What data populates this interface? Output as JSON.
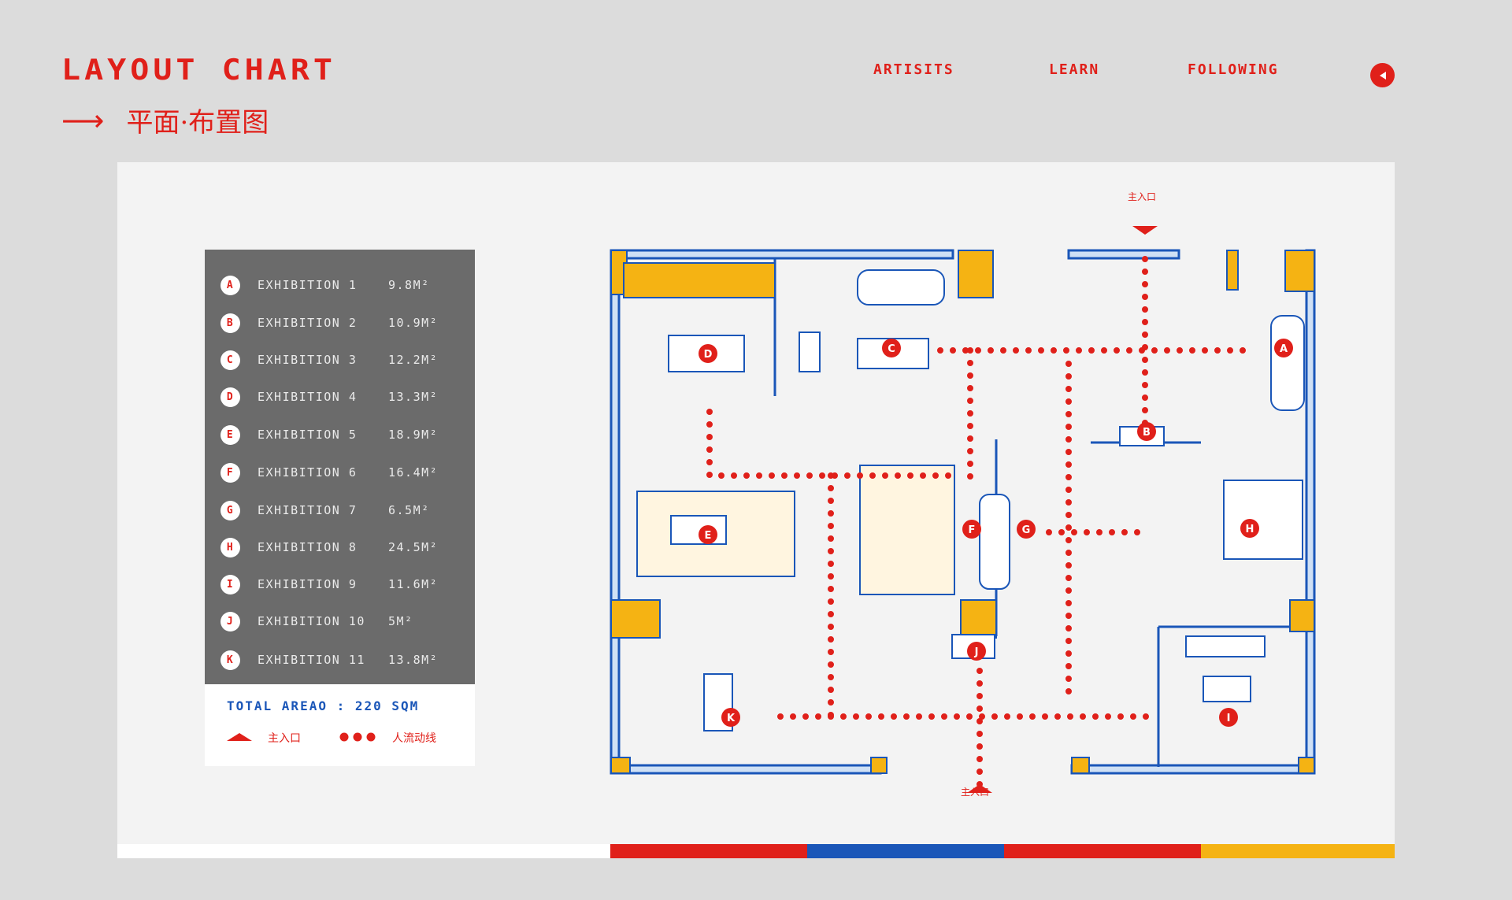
{
  "header": {
    "title": "LAYOUT CHART",
    "subtitle": "平面·布置图"
  },
  "nav": [
    {
      "label": "ARTISITS"
    },
    {
      "label": "LEARN"
    },
    {
      "label": "FOLLOWING"
    }
  ],
  "legend": {
    "items": [
      {
        "letter": "A",
        "name": "EXHIBITION 1",
        "area": "9.8M²"
      },
      {
        "letter": "B",
        "name": "EXHIBITION 2",
        "area": "10.9M²"
      },
      {
        "letter": "C",
        "name": "EXHIBITION 3",
        "area": "12.2M²"
      },
      {
        "letter": "D",
        "name": "EXHIBITION 4",
        "area": "13.3M²"
      },
      {
        "letter": "E",
        "name": "EXHIBITION 5",
        "area": "18.9M²"
      },
      {
        "letter": "F",
        "name": "EXHIBITION 6",
        "area": "16.4M²"
      },
      {
        "letter": "G",
        "name": "EXHIBITION 7",
        "area": "6.5M²"
      },
      {
        "letter": "H",
        "name": "EXHIBITION 8",
        "area": "24.5M²"
      },
      {
        "letter": "I",
        "name": "EXHIBITION 9",
        "area": "11.6M²"
      },
      {
        "letter": "J",
        "name": "EXHIBITION 10",
        "area": "5M²"
      },
      {
        "letter": "K",
        "name": "EXHIBITION 11",
        "area": "13.8M²"
      }
    ],
    "total": "TOTAL AREAO : 220 SQM",
    "entrance_label": "主入口",
    "flow_label": "人流动线"
  },
  "plan": {
    "entrance_top": "主入口",
    "entrance_bottom": "主入口",
    "markers": [
      "A",
      "B",
      "C",
      "D",
      "E",
      "F",
      "G",
      "H",
      "I",
      "J",
      "K"
    ]
  },
  "colors": {
    "red": "#e0201a",
    "blue": "#1a56b8",
    "yellow": "#f5b313",
    "panel": "#f3f3f3",
    "background": "#dcdcdc",
    "legend_bg": "#6b6b6b"
  },
  "colorbar": [
    "#ffffff",
    "#e0201a",
    "#1a56b8",
    "#e0201a",
    "#f5b313"
  ]
}
